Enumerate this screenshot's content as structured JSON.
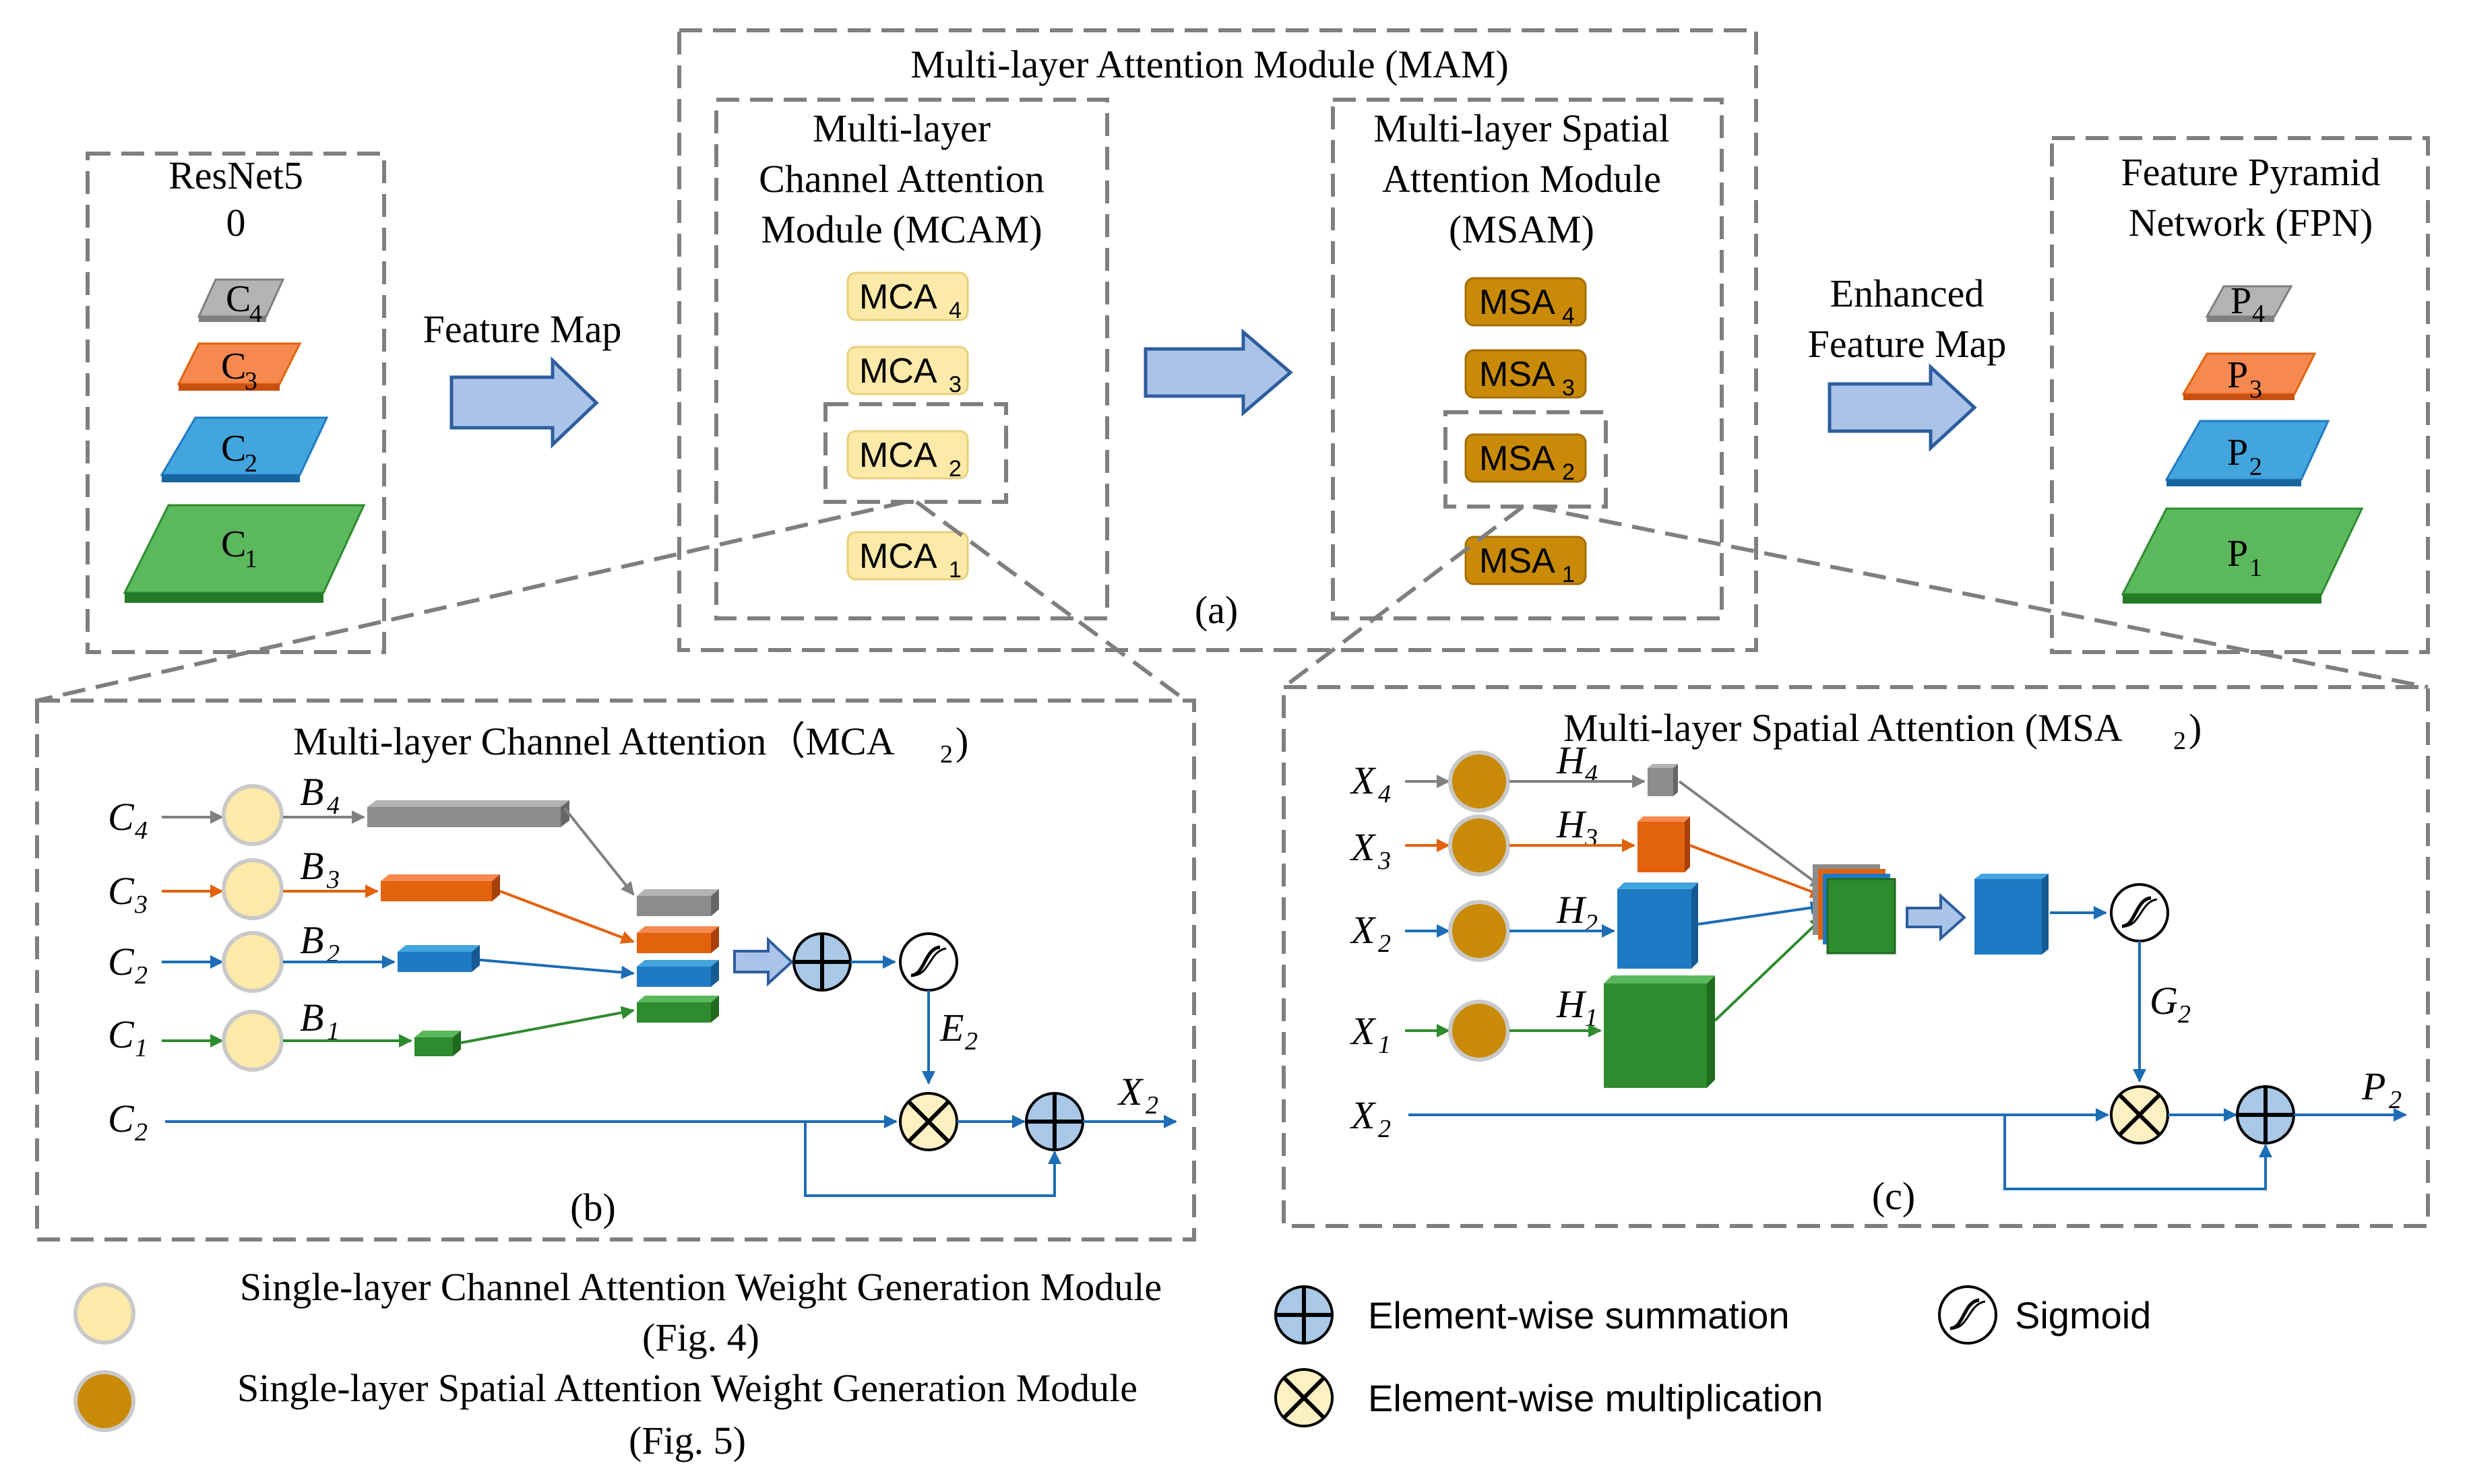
{
  "resnet": {
    "title_line1": "ResNet5",
    "title_line2": "0",
    "layers": [
      "C",
      "C",
      "C",
      "C"
    ],
    "subs": [
      "4",
      "3",
      "2",
      "1"
    ]
  },
  "arrow_feature_map": "Feature Map",
  "mam": {
    "title": "Multi-layer Attention Module (MAM)",
    "mcam_title": [
      "Multi-layer",
      "Channel Attention",
      "Module (MCAM)"
    ],
    "msam_title": [
      "Multi-layer Spatial",
      "Attention Module",
      "(MSAM)"
    ],
    "mca_base": "MCA",
    "msa_base": "MSA",
    "subs": [
      "4",
      "3",
      "2",
      "1"
    ],
    "caption": "(a)"
  },
  "arrow_enhanced": [
    "Enhanced",
    "Feature Map"
  ],
  "fpn": {
    "title": [
      "Feature Pyramid",
      "Network (FPN)"
    ],
    "base": "P",
    "subs": [
      "4",
      "3",
      "2",
      "1"
    ]
  },
  "panel_b": {
    "title": "Multi-layer Channel Attention（MCA",
    "title_sub": "2",
    "title_end": ")",
    "inputs": [
      "C",
      "C",
      "C",
      "C"
    ],
    "input_subs": [
      "4",
      "3",
      "2",
      "1"
    ],
    "b_labels": [
      "B",
      "B",
      "B",
      "B"
    ],
    "b_subs": [
      "4",
      "3",
      "2",
      "1"
    ],
    "bottom_input": "C",
    "bottom_input_sub": "2",
    "e_label": "E",
    "e_sub": "2",
    "output": "X",
    "output_sub": "2",
    "caption": "(b)"
  },
  "panel_c": {
    "title": "Multi-layer Spatial Attention (MSA",
    "title_sub": "2",
    "title_end": ")",
    "inputs": [
      "X",
      "X",
      "X",
      "X"
    ],
    "input_subs": [
      "4",
      "3",
      "2",
      "1"
    ],
    "h_labels": [
      "H",
      "H",
      "H",
      "H"
    ],
    "h_subs": [
      "4",
      "3",
      "2",
      "1"
    ],
    "bottom_input": "X",
    "bottom_input_sub": "2",
    "g_label": "G",
    "g_sub": "2",
    "output": "P",
    "output_sub": "2",
    "caption": "(c)"
  },
  "legend": {
    "channel_module": "Single-layer Channel Attention Weight Generation Module",
    "channel_ref": "(Fig. 4)",
    "spatial_module": "Single-layer Spatial Attention Weight Generation Module",
    "spatial_ref": "(Fig. 5)",
    "summation": "Element-wise summation",
    "multiplication": "Element-wise multiplication",
    "sigmoid": "Sigmoid"
  },
  "colors": {
    "gray": "#8c8c8c",
    "orange": "#e2620e",
    "blue": "#1f7ac4",
    "green": "#2e8b2e",
    "light_orange": "#f5894f",
    "light_blue": "#43a5dd",
    "light_green": "#5cb85c",
    "mca_fill": "#fde9a8",
    "msa_fill": "#c98a07",
    "arrow_fill": "#a9c4e8",
    "arrow_stroke": "#2e5d9e",
    "plus_fill": "#a9c7e6",
    "times_fill": "#fdf0c2",
    "line_blue": "#1c6db5"
  }
}
